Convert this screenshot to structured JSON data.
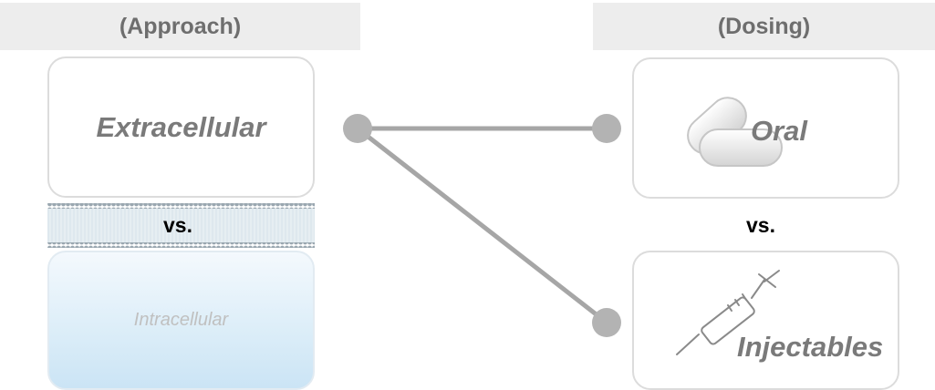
{
  "headers": {
    "approach": "(Approach)",
    "dosing": "(Dosing)"
  },
  "approach": {
    "extracellular": "Extracellular",
    "vs": "vs.",
    "intracellular": "Intracellular"
  },
  "dosing": {
    "oral": "Oral",
    "vs": "vs.",
    "injectables": "Injectables"
  },
  "colors": {
    "connector": "#a6a6a6",
    "header_bg": "#ededed",
    "box_border": "#dcdcdc",
    "label_gray": "#7a7a7a"
  },
  "icons": {
    "pill": "pill-icon",
    "syringe": "syringe-icon",
    "membrane": "lipid-bilayer-icon"
  }
}
